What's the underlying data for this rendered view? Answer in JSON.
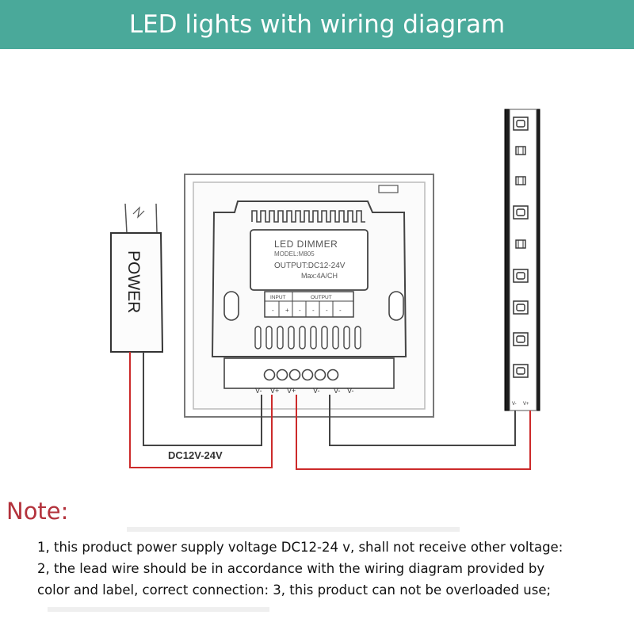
{
  "header": {
    "title": "LED lights with wiring diagram"
  },
  "diagram": {
    "power_label": "POWER",
    "dimmer": {
      "title": "LED DIMMER",
      "model": "MODEL:M805",
      "output": "OUTPUT:DC12-24V",
      "max": "Max:4A/CH",
      "input_label": "INPUT",
      "output_label": "OUTPUT",
      "pin_signs": [
        "-",
        "+",
        "-",
        "-",
        "-",
        "-"
      ]
    },
    "terminal_labels": [
      "V-",
      "V+",
      "V+",
      "V-",
      "V-",
      "V-"
    ],
    "strip_terminal_labels": [
      "V-",
      "V+"
    ],
    "voltage_label": "DC12V-24V",
    "wire_colors": {
      "positive": "#cc2a2a",
      "negative": "#444444"
    }
  },
  "note": {
    "title": "Note:",
    "lines": [
      "1, this product power supply voltage DC12-24 v, shall not receive other voltage:",
      "2, the lead wire should be in accordance with the wiring diagram provided by",
      "color and label, correct connection: 3, this product can not be overloaded use;"
    ]
  }
}
